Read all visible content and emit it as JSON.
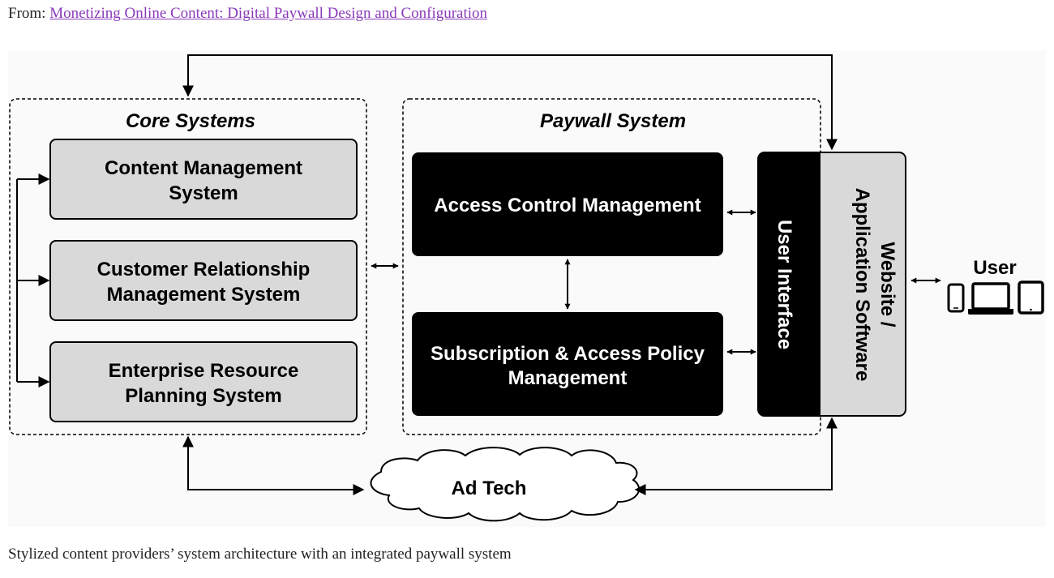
{
  "source": {
    "prefix": "From:",
    "link_text": "Monetizing Online Content: Digital Paywall Design and Configuration"
  },
  "diagram": {
    "core_systems": {
      "title": "Core Systems",
      "items": [
        {
          "line1": "Content Management",
          "line2": "System"
        },
        {
          "line1": "Customer Relationship",
          "line2": "Management System"
        },
        {
          "line1": "Enterprise Resource",
          "line2": "Planning System"
        }
      ]
    },
    "paywall_system": {
      "title": "Paywall System",
      "access_control": {
        "line1": "Access Control Management"
      },
      "subscription": {
        "line1": "Subscription & Access Policy",
        "line2": "Management"
      },
      "user_interface": "User Interface"
    },
    "website": {
      "line1": "Website /",
      "line2": "Application Software"
    },
    "user": {
      "label": "User"
    },
    "ad_tech": {
      "label": "Ad Tech"
    }
  },
  "caption": "Stylized content providers’ system architecture with an integrated paywall system",
  "colors": {
    "link": "#8a3ab9",
    "box_gray": "#d9d9d9",
    "box_black": "#000000",
    "panel": "#fafafa"
  }
}
